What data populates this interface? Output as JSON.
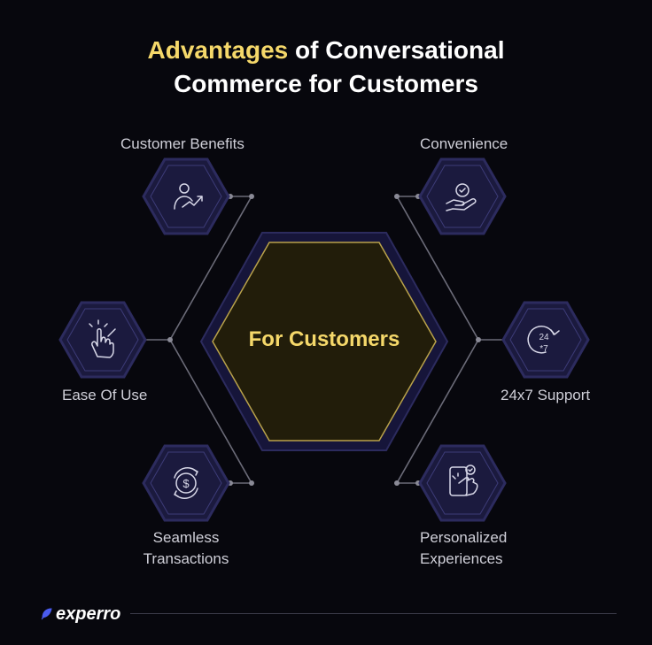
{
  "title": {
    "highlight": "Advantages",
    "rest_line1": " of Conversational",
    "line2": "Commerce for Customers"
  },
  "center": {
    "label": "For Customers"
  },
  "items": [
    {
      "label": "Customer Benefits",
      "icon": "person-growth-icon"
    },
    {
      "label": "Ease Of Use",
      "icon": "hand-tap-icon"
    },
    {
      "label": "Seamless Transactions",
      "label_line1": "Seamless",
      "label_line2": "Transactions",
      "icon": "dollar-cycle-icon"
    },
    {
      "label": "Convenience",
      "icon": "hand-check-icon"
    },
    {
      "label": "24x7 Support",
      "icon": "clock-24-7-icon"
    },
    {
      "label": "Personalized Experiences",
      "label_line1": "Personalized",
      "label_line2": "Experiences",
      "icon": "phone-tap-icon"
    }
  ],
  "brand": {
    "name": "experro"
  },
  "colors": {
    "background": "#07070d",
    "accent": "#f5d86a",
    "hex_fill": "#1b1a3e",
    "hex_border": "#2c2b5e",
    "center_fill": "#221d0a",
    "connector": "#6b6b78"
  }
}
